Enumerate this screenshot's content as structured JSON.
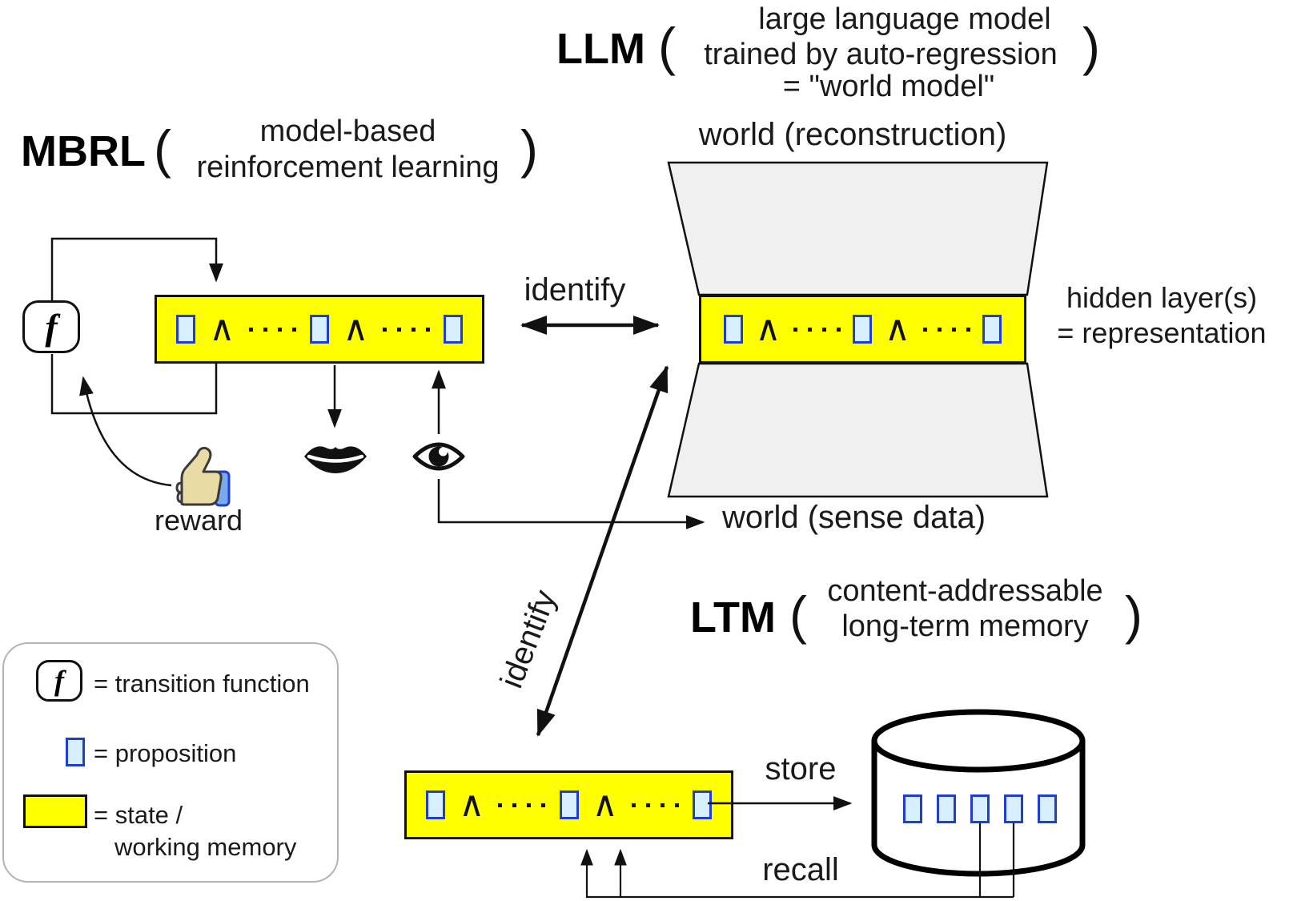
{
  "titles": {
    "llm": {
      "line1": "large language model",
      "acronym": "LLM",
      "paren_open": "(",
      "desc": "trained by auto-regression",
      "paren_close": ")",
      "line3": "= \"world model\""
    },
    "mbrl": {
      "acronym": "MBRL",
      "paren_open": "(",
      "desc_line1": "model-based",
      "desc_line2": "reinforcement learning",
      "paren_close": ")"
    },
    "ltm": {
      "acronym": "LTM",
      "paren_open": "(",
      "desc_line1": "content-addressable",
      "desc_line2": "long-term memory",
      "paren_close": ")"
    }
  },
  "labels": {
    "world_reconstruction": "world (reconstruction)",
    "world_sense_data": "world (sense data)",
    "hidden_layers_line1": "hidden layer(s)",
    "hidden_layers_line2": "= representation",
    "identify_horizontal": "identify",
    "identify_diagonal": "identify",
    "reward": "reward",
    "store": "store",
    "recall": "recall",
    "transition_symbol": "f"
  },
  "legend": {
    "transition_symbol": "f",
    "transition_label": "= transition function",
    "proposition_label": "= proposition",
    "state_label_line1": "= state /",
    "state_label_line2": "working memory"
  },
  "notation": {
    "and_symbol": "∧",
    "dots_per_group": 4,
    "bar_pattern": [
      "prop",
      "and",
      "dots",
      "prop",
      "and",
      "dots",
      "prop"
    ]
  },
  "ltm_store": {
    "slot_count": 5
  },
  "colors": {
    "state_fill": "#ffff00",
    "proposition_fill": "#d8efff",
    "proposition_border": "#1f3dce",
    "world_fill": "#f0f0f0",
    "hand_tan": "#e9dba4",
    "cuff_blue": "#78aaf0"
  }
}
